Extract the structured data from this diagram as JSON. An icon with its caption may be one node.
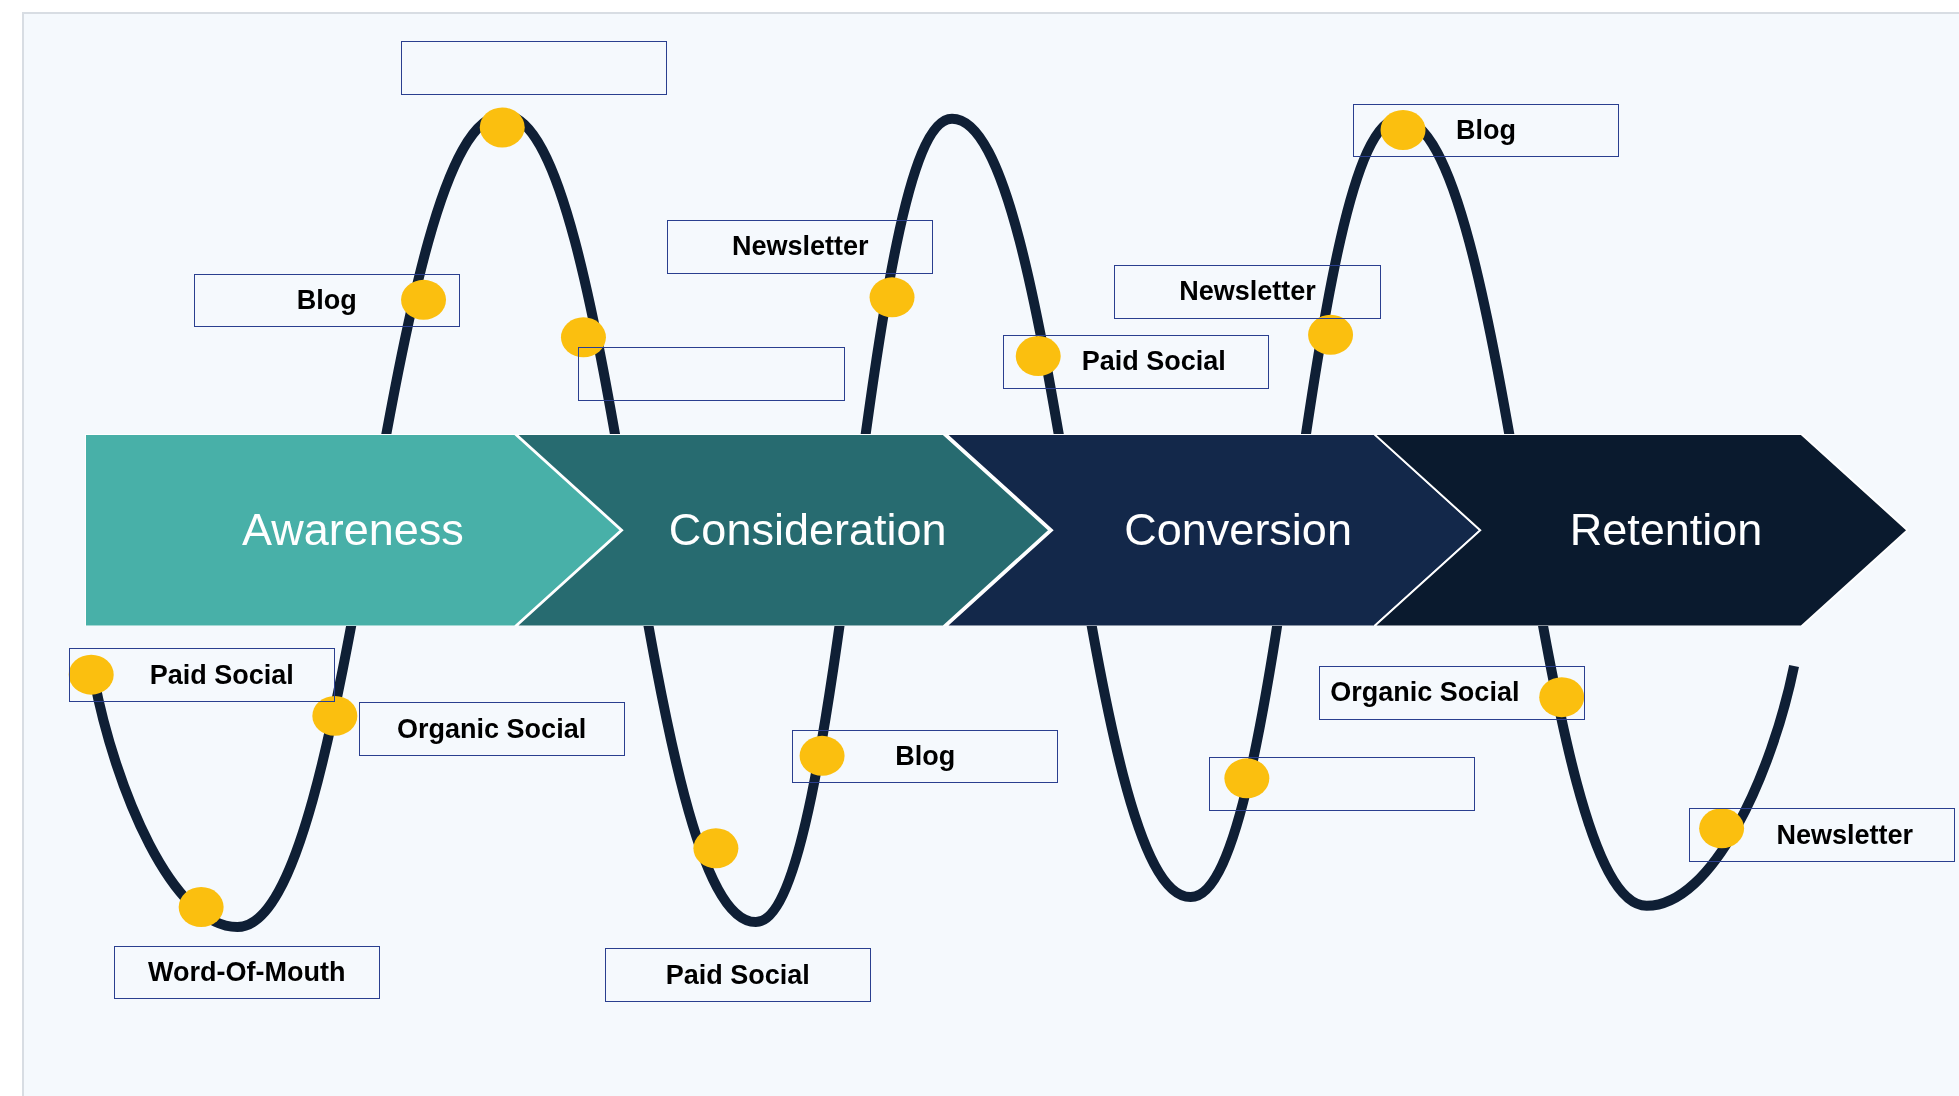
{
  "diagram": {
    "nodes": [
      {
        "text": [
          "Awareness"
        ]
      },
      {
        "text": [
          "Consideration"
        ]
      },
      {
        "text": [
          "Conversion"
        ]
      },
      {
        "text": [
          "Retention"
        ]
      },
      {
        "text": [],
        "shape": "box"
      },
      {
        "text": [
          "Blog"
        ]
      },
      {
        "text": [],
        "shape": "box"
      },
      {
        "text": [
          "Newsletter"
        ]
      },
      {
        "text": [
          "Newsletter"
        ]
      },
      {
        "text": [
          "Paid Social"
        ]
      },
      {
        "text": [
          "Blog"
        ]
      },
      {
        "text": [
          "Paid Social"
        ]
      },
      {
        "text": [
          "Organic Social"
        ]
      },
      {
        "text": [
          "Word-Of-Mouth"
        ]
      },
      {
        "text": [
          "Blog"
        ]
      },
      {
        "text": [
          "Paid Social"
        ]
      },
      {
        "text": [],
        "shape": "box"
      },
      {
        "text": [
          "Organic Social"
        ]
      },
      {
        "text": [
          "Newsletter"
        ]
      }
    ]
  }
}
